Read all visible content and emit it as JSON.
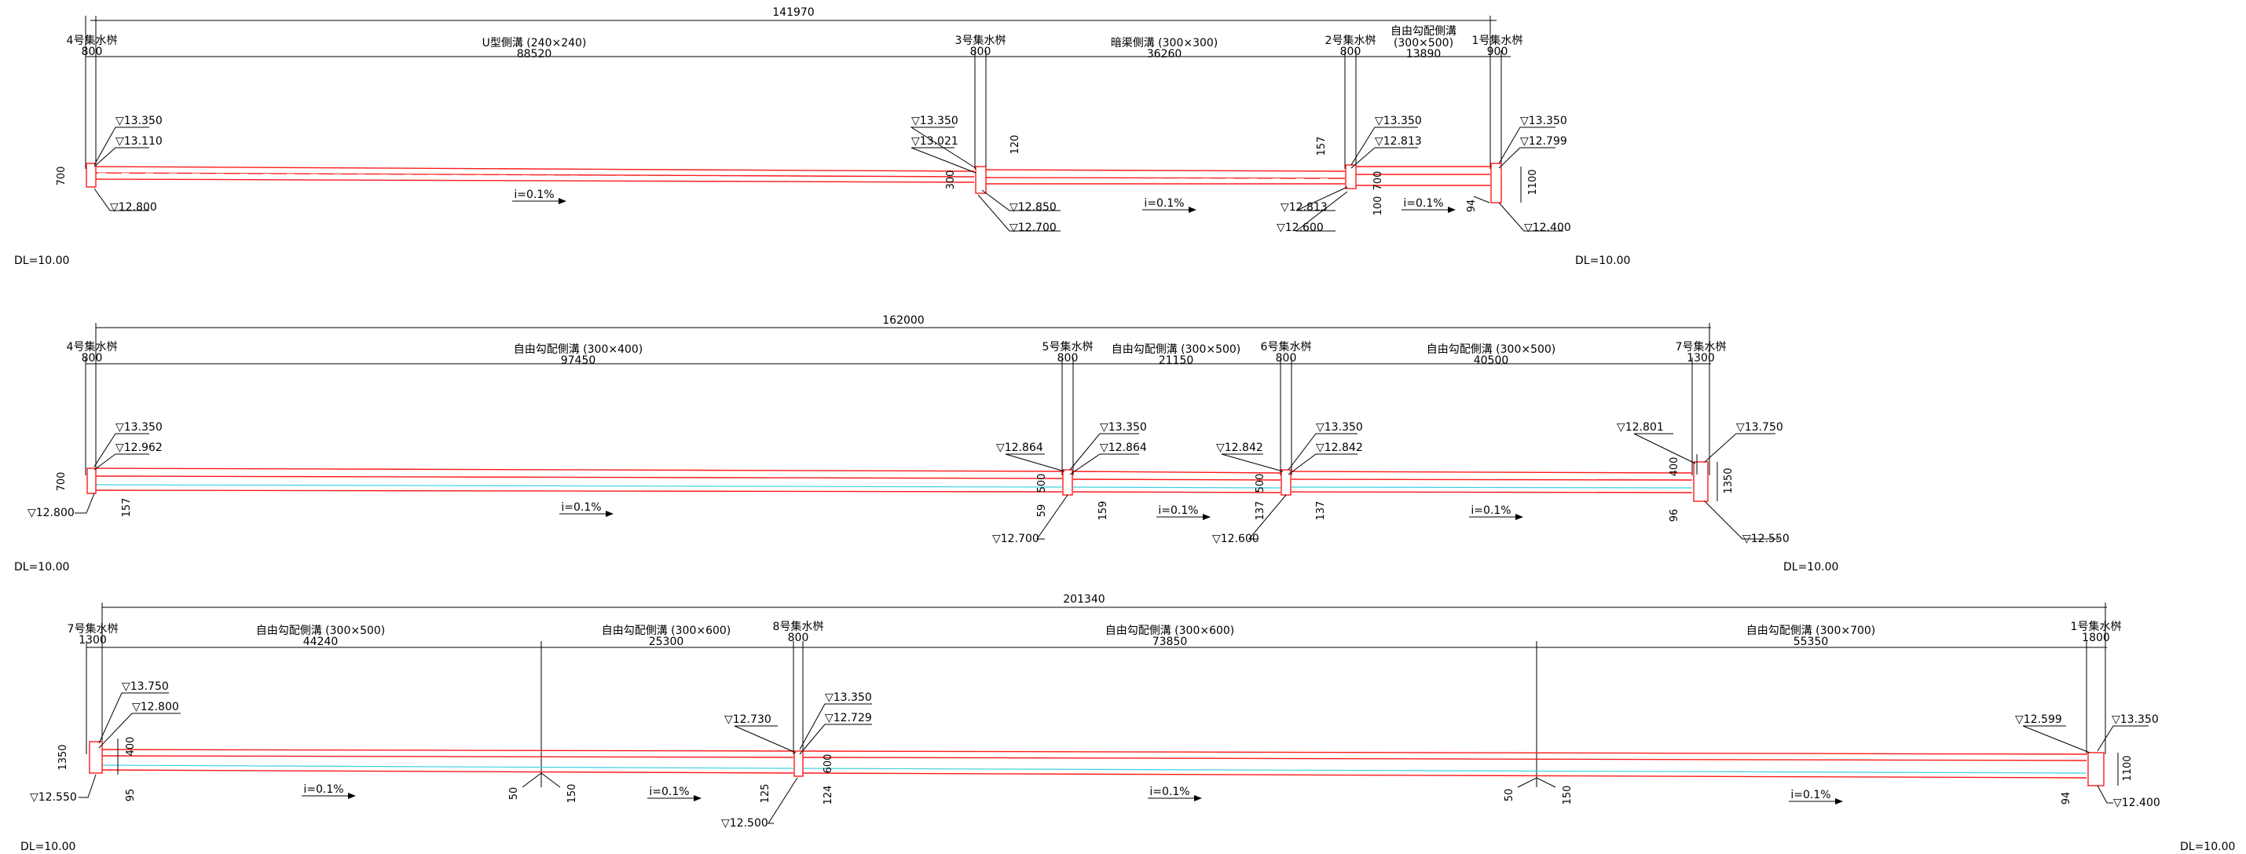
{
  "colors": {
    "pipe": "#ff1a1a",
    "water": "#3fd0e0",
    "line": "#000000",
    "background": "#ffffff"
  },
  "profile1": {
    "overall": "141970",
    "labels": {
      "b4": "4号集水桝",
      "b4w": "800",
      "sec1": "U型側溝 (240×240)",
      "sec1L": "88520",
      "b3": "3号集水桝",
      "b3w": "800",
      "sec2": "暗渠側溝 (300×300)",
      "sec2L": "36260",
      "b2": "2号集水桝",
      "b2w": "800",
      "sec3a": "自由勾配側溝",
      "sec3b": "(300×500)",
      "sec3L": "13890",
      "b1": "1号集水桝",
      "b1w": "900"
    },
    "elev": {
      "a1": "▽13.350",
      "a2": "▽13.110",
      "a3": "▽12.800",
      "b1": "▽13.350",
      "b2": "▽13.021",
      "b3": "▽12.850",
      "b4": "▽12.700",
      "c1": "▽13.350",
      "c2": "▽12.813",
      "c3": "▽12.813",
      "c4": "▽12.600",
      "d1": "▽13.350",
      "d2": "▽12.799",
      "d3": "▽12.400"
    },
    "dims": {
      "d700": "700",
      "d120": "120",
      "d157": "157",
      "d700b": "700",
      "d100": "100",
      "d1100": "1100",
      "d94": "94",
      "d300": "300"
    },
    "slope1": "i=0.1%",
    "slope2": "i=0.1%",
    "slope3": "i=0.1%",
    "dl_left": "DL=10.00",
    "dl_right": "DL=10.00"
  },
  "profile2": {
    "overall": "162000",
    "labels": {
      "b4": "4号集水桝",
      "b4w": "800",
      "sec1": "自由勾配側溝 (300×400)",
      "sec1L": "97450",
      "b5": "5号集水桝",
      "b5w": "800",
      "sec2": "自由勾配側溝 (300×500)",
      "sec2L": "21150",
      "b6": "6号集水桝",
      "b6w": "800",
      "sec3": "自由勾配側溝 (300×500)",
      "sec3L": "40500",
      "b7": "7号集水桝",
      "b7w": "1300"
    },
    "elev": {
      "a1": "▽13.350",
      "a2": "▽12.962",
      "a3": "▽12.800",
      "b1": "▽12.864",
      "b2": "▽13.350",
      "b3": "▽12.864",
      "b4": "▽12.700",
      "c1": "▽12.842",
      "c2": "▽13.350",
      "c3": "▽12.842",
      "c4": "▽12.600",
      "d1": "▽12.801",
      "d2": "▽13.750",
      "d3": "▽12.550"
    },
    "dims": {
      "d700": "700",
      "d157": "157",
      "d500": "500",
      "d59": "59",
      "d159": "159",
      "d500b": "500",
      "d137": "137",
      "d137b": "137",
      "d400": "400",
      "d96": "96",
      "d1350": "1350"
    },
    "slope1": "i=0.1%",
    "slope2": "i=0.1%",
    "slope3": "i=0.1%",
    "dl_left": "DL=10.00",
    "dl_right": "DL=10.00"
  },
  "profile3": {
    "overall": "201340",
    "labels": {
      "b7": "7号集水桝",
      "b7w": "1300",
      "sec1": "自由勾配側溝 (300×500)",
      "sec1L": "44240",
      "sec2": "自由勾配側溝 (300×600)",
      "sec2L": "25300",
      "b8": "8号集水桝",
      "b8w": "800",
      "sec3": "自由勾配側溝 (300×600)",
      "sec3L": "73850",
      "sec4": "自由勾配側溝 (300×700)",
      "sec4L": "55350",
      "b1": "1号集水桝",
      "b1w": "1800"
    },
    "elev": {
      "a1": "▽13.750",
      "a2": "▽12.800",
      "a3": "▽12.550",
      "b1": "▽12.730",
      "b2": "▽13.350",
      "b3": "▽12.729",
      "b4": "▽12.500",
      "c1": "▽12.599",
      "c2": "▽13.350",
      "c3": "▽12.400"
    },
    "dims": {
      "d1350": "1350",
      "d400": "400",
      "d95": "95",
      "d50a": "50",
      "d150a": "150",
      "d125": "125",
      "d600": "600",
      "d124": "124",
      "d50b": "50",
      "d150b": "150",
      "d94": "94",
      "d1100": "1100"
    },
    "slope1": "i=0.1%",
    "slope2": "i=0.1%",
    "slope3": "i=0.1%",
    "slope4": "i=0.1%",
    "dl_left": "DL=10.00",
    "dl_right": "DL=10.00"
  }
}
